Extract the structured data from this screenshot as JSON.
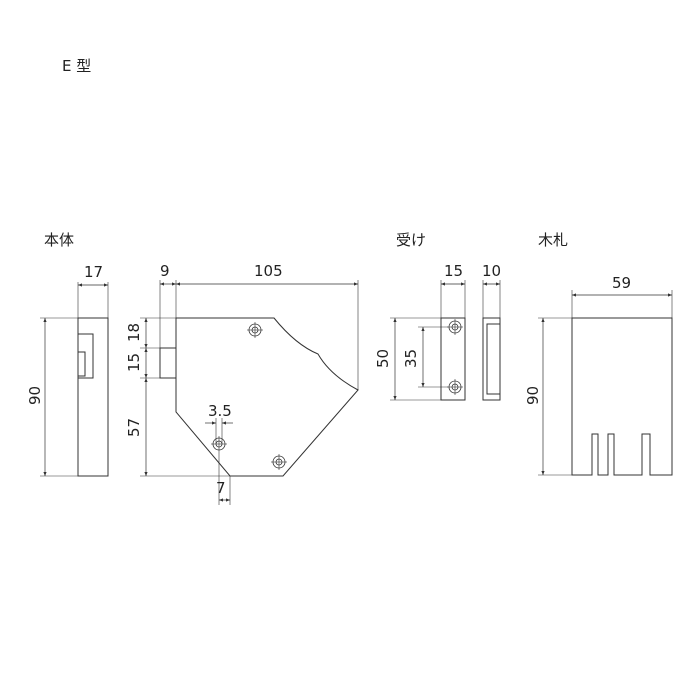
{
  "type_label": "E 型",
  "views": {
    "body": {
      "title": "本体",
      "dims": {
        "side_width": "17",
        "height": "90",
        "front_step": "9",
        "front_width": "105",
        "v1": "18",
        "v2": "15",
        "v3": "57",
        "hole_dia": "3.5",
        "hole_offset": "7"
      }
    },
    "receiver": {
      "title": "受け",
      "dims": {
        "height": "50",
        "hole_pitch": "35",
        "front_width": "15",
        "side_width": "10"
      }
    },
    "wood_plug": {
      "title": "木札",
      "dims": {
        "width": "59",
        "height": "90"
      }
    }
  },
  "colors": {
    "line": "#333333",
    "text": "#222222"
  }
}
